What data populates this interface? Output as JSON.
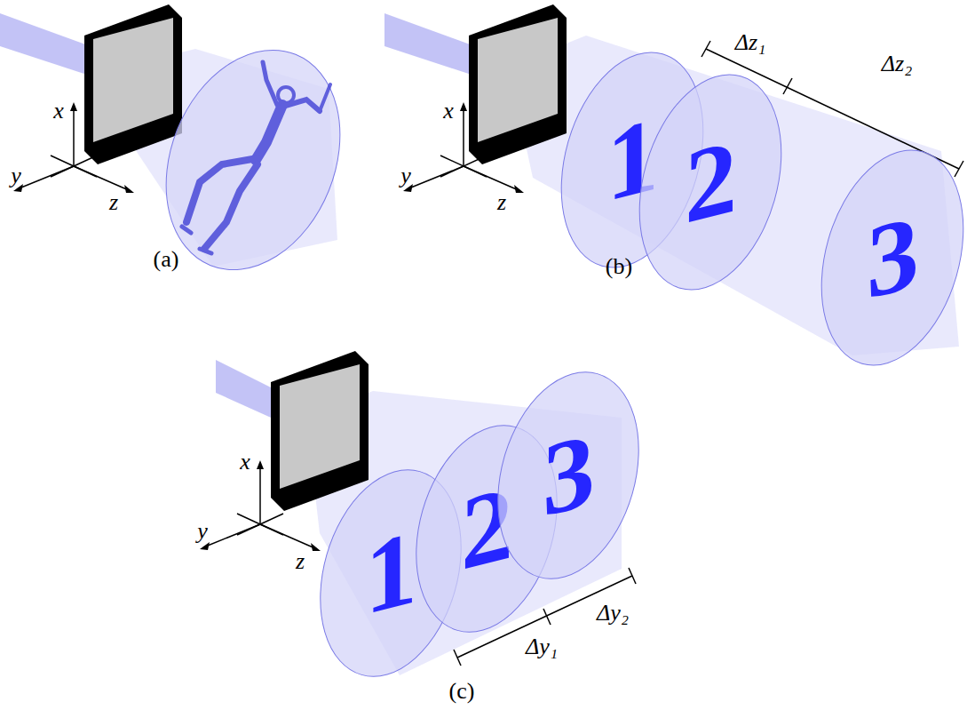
{
  "diagram": {
    "nodes": [
      {
        "text": [
          "1"
        ]
      },
      {
        "text": [
          "2"
        ]
      },
      {
        "text": [
          "3"
        ]
      },
      {
        "text": [
          "1"
        ]
      },
      {
        "text": [
          "2"
        ]
      },
      {
        "text": [
          "3"
        ]
      }
    ],
    "labels": [
      "x",
      "y",
      "z",
      "(a)",
      "x",
      "y",
      "z",
      "Δz₁",
      "Δz₂",
      "(b)",
      "x",
      "y",
      "z",
      "Δy₁",
      "Δy₂",
      "(c)"
    ]
  }
}
